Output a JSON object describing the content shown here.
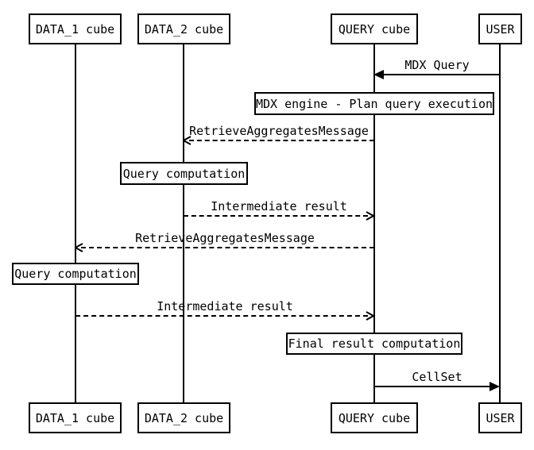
{
  "diagram": {
    "type": "sequence",
    "colors": {
      "ink": "#000000",
      "background": "#ffffff",
      "box_fill": "#ffffff"
    },
    "actors": [
      {
        "id": "data1",
        "label": "DATA_1 cube"
      },
      {
        "id": "data2",
        "label": "DATA_2 cube"
      },
      {
        "id": "query",
        "label": "QUERY cube"
      },
      {
        "id": "user",
        "label": "USER"
      }
    ],
    "activities": [
      {
        "label": "MDX engine - Plan query execution",
        "on_lifeline": "QUERY cube"
      },
      {
        "label": "Query computation",
        "on_lifeline": "DATA_2 cube"
      },
      {
        "label": "Query computation",
        "on_lifeline": "DATA_1 cube"
      },
      {
        "label": "Final result computation",
        "on_lifeline": "QUERY cube"
      }
    ],
    "messages": [
      {
        "label": "MDX Query",
        "from": "USER",
        "to": "QUERY cube",
        "line": "solid"
      },
      {
        "label": "RetrieveAggregatesMessage",
        "from": "QUERY cube",
        "to": "DATA_2 cube",
        "line": "dashed"
      },
      {
        "label": "Intermediate result",
        "from": "DATA_2 cube",
        "to": "QUERY cube",
        "line": "dashed"
      },
      {
        "label": "RetrieveAggregatesMessage",
        "from": "QUERY cube",
        "to": "DATA_1 cube",
        "line": "dashed"
      },
      {
        "label": "Intermediate result",
        "from": "DATA_1 cube",
        "to": "QUERY cube",
        "line": "dashed"
      },
      {
        "label": "CellSet",
        "from": "QUERY cube",
        "to": "USER",
        "line": "solid"
      }
    ]
  }
}
